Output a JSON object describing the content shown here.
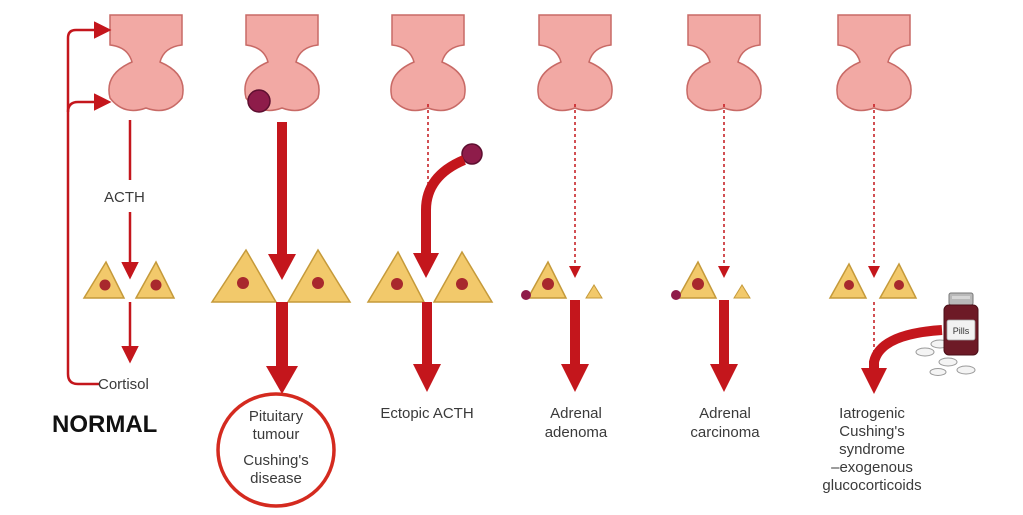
{
  "colors": {
    "pituitary_fill": "#f2a9a4",
    "pituitary_stroke": "#c86a66",
    "adrenal_fill": "#f2c96b",
    "adrenal_stroke": "#c59a3a",
    "nucleus": "#a8282d",
    "arrow": "#c4161c",
    "tumour": "#8e1c4a",
    "highlight_ring": "#d42a1f"
  },
  "normal": {
    "title": "NORMAL",
    "acth_label": "ACTH",
    "cortisol_label": "Cortisol"
  },
  "columns": [
    {
      "id": "pituitary-tumour",
      "caption": [
        "Pituitary",
        "tumour",
        "Cushing's",
        "disease"
      ],
      "highlighted": true
    },
    {
      "id": "ectopic-acth",
      "caption": [
        "Ectopic ACTH"
      ],
      "highlighted": false
    },
    {
      "id": "adrenal-adenoma",
      "caption": [
        "Adrenal",
        "adenoma"
      ],
      "highlighted": false
    },
    {
      "id": "adrenal-carcinoma",
      "caption": [
        "Adrenal",
        "carcinoma"
      ],
      "highlighted": false
    },
    {
      "id": "iatrogenic",
      "caption": [
        "Iatrogenic",
        "Cushing's",
        "syndrome",
        "–exogenous",
        "glucocorticoids"
      ],
      "highlighted": false
    }
  ],
  "pill_bottle_label": "Pills"
}
